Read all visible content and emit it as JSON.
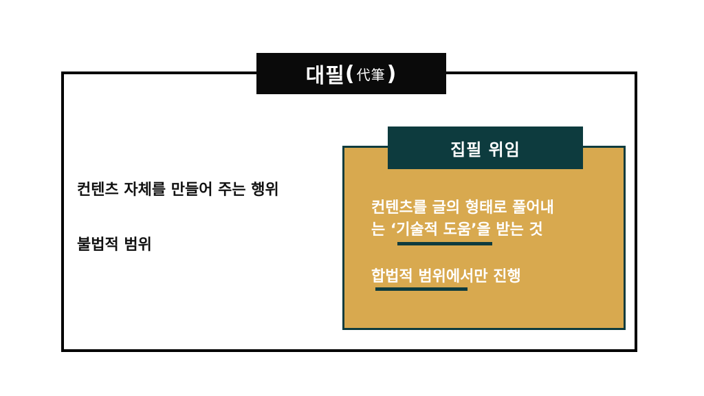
{
  "title": {
    "main": "대필",
    "paren_open": "(",
    "hanja": "代筆",
    "paren_close": ")"
  },
  "ghostwriting": {
    "description": "컨텐츠 자체를 만들어 주는 행위",
    "legality": "불법적 범위"
  },
  "writing_delegation": {
    "header": "집필 위임",
    "line_1": "컨텐츠를 글의 형태로 풀어내",
    "line_2": "는 ‘기술적 도움’을 받는 것",
    "line_3": "합법적 범위에서만 진행"
  },
  "colors": {
    "title_bg": "#0a0a0a",
    "gold": "#d8a94f",
    "teal": "#0d3b3e",
    "frame": "#000000"
  }
}
